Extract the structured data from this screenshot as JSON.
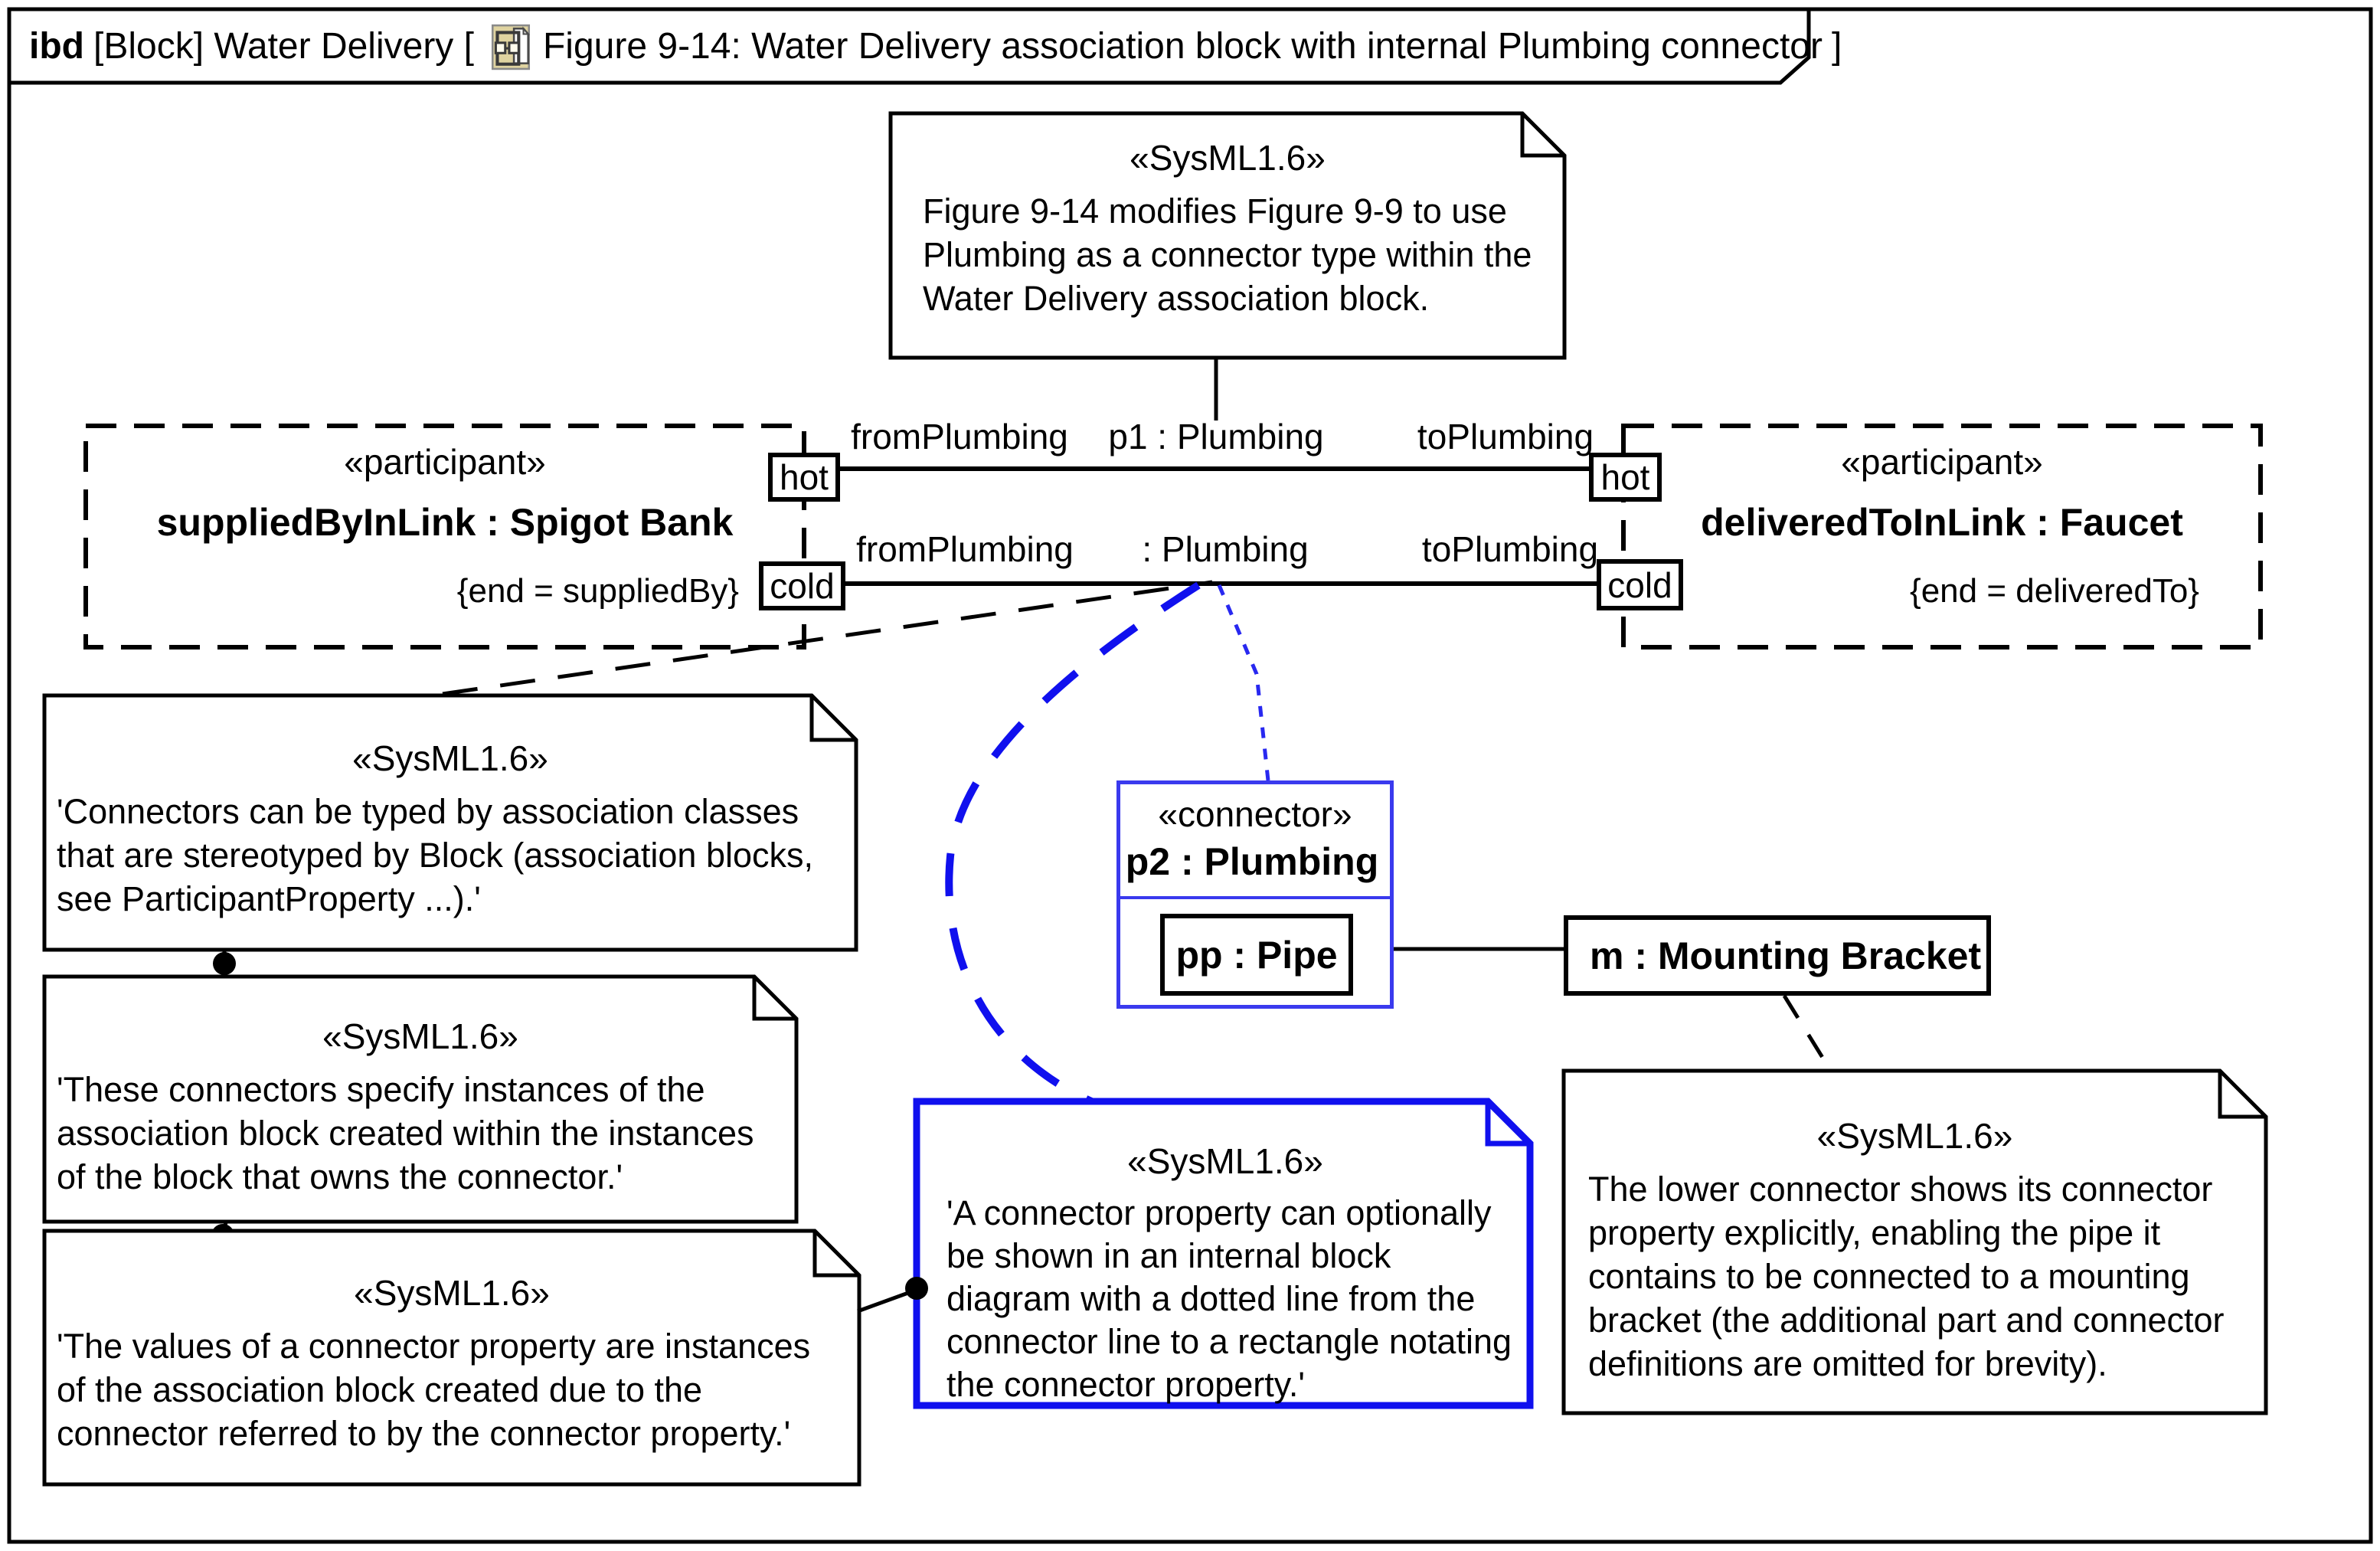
{
  "colors": {
    "black": "#000000",
    "blue": "#1010EE",
    "blue_box_border": "#3A3AEE",
    "icon_tan": "#DFD3A0"
  },
  "frame": {
    "keyword": "ibd",
    "type_label": "[Block] Water Delivery [",
    "icon": "ibd-diagram-file-icon",
    "figure_label": "Figure 9-14: Water Delivery association block with internal Plumbing connector",
    "close_bracket": "]"
  },
  "top_note": {
    "stereotype": "«SysML1.6»",
    "lines": [
      "Figure 9-14 modifies Figure 9-9 to use",
      "Plumbing as a connector type within the",
      "Water Delivery association block."
    ]
  },
  "participants": {
    "left": {
      "stereotype": "«participant»",
      "name": "suppliedByInLink : Spigot Bank",
      "constraint": "{end = suppliedBy}",
      "ports": {
        "top": "hot",
        "bottom": "cold"
      }
    },
    "right": {
      "stereotype": "«participant»",
      "name": "deliveredToInLink : Faucet",
      "constraint": "{end = deliveredTo}",
      "ports": {
        "top": "hot",
        "bottom": "cold"
      }
    }
  },
  "connectors": {
    "hot": {
      "from": "fromPlumbing",
      "name": "p1 : Plumbing",
      "to": "toPlumbing"
    },
    "cold": {
      "from": "fromPlumbing",
      "name": ": Plumbing",
      "to": "toPlumbing"
    }
  },
  "connector_property": {
    "stereotype": "«connector»",
    "name": "p2 : Plumbing",
    "part": "pp : Pipe"
  },
  "part_box": {
    "name": "m : Mounting Bracket"
  },
  "left_notes": [
    {
      "stereotype": "«SysML1.6»",
      "lines": [
        "'Connectors can be typed by association classes",
        "that are stereotyped by Block (association blocks,",
        "see ParticipantProperty ...).'"
      ]
    },
    {
      "stereotype": "«SysML1.6»",
      "lines": [
        "'These connectors specify instances of the",
        "association block created within the instances",
        "of the block that owns the connector.'"
      ]
    },
    {
      "stereotype": "«SysML1.6»",
      "lines": [
        "'The values of a connector property are instances",
        "of the association block created due to the",
        "connector referred to by the connector property.'"
      ]
    }
  ],
  "blue_note": {
    "stereotype": "«SysML1.6»",
    "lines": [
      "'A connector property can optionally",
      "be shown in an internal block",
      "diagram with a dotted line from the",
      "connector line to a rectangle notating",
      "the connector property.'"
    ]
  },
  "right_note": {
    "stereotype": "«SysML1.6»",
    "lines": [
      "The lower connector shows its connector",
      "property explicitly, enabling the pipe it",
      "contains to be connected to a mounting",
      "bracket (the additional part and connector",
      "definitions are omitted for brevity)."
    ]
  }
}
